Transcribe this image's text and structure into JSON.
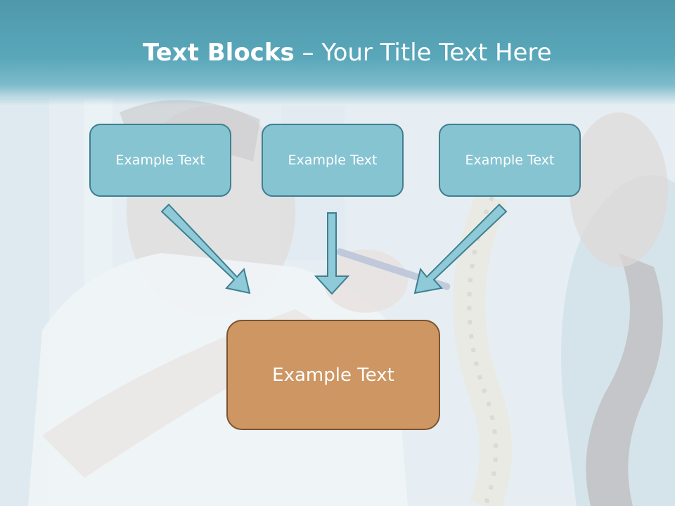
{
  "slide": {
    "title_bold": "Text Blocks",
    "title_dash": " – ",
    "title_rest": "Your Title Text Here"
  },
  "diagram": {
    "top_blocks": [
      {
        "label": "Example Text"
      },
      {
        "label": "Example Text"
      },
      {
        "label": "Example Text"
      }
    ],
    "bottom_block": {
      "label": "Example Text"
    }
  },
  "colors": {
    "title_bar": "#5aa7ba",
    "top_block_fill": "#86c4d2",
    "top_block_border": "#3f7f90",
    "bottom_block_fill": "#cd9663",
    "bottom_block_border": "#7b5430",
    "arrow_fill": "#8ecad8",
    "arrow_stroke": "#3f7f90"
  }
}
